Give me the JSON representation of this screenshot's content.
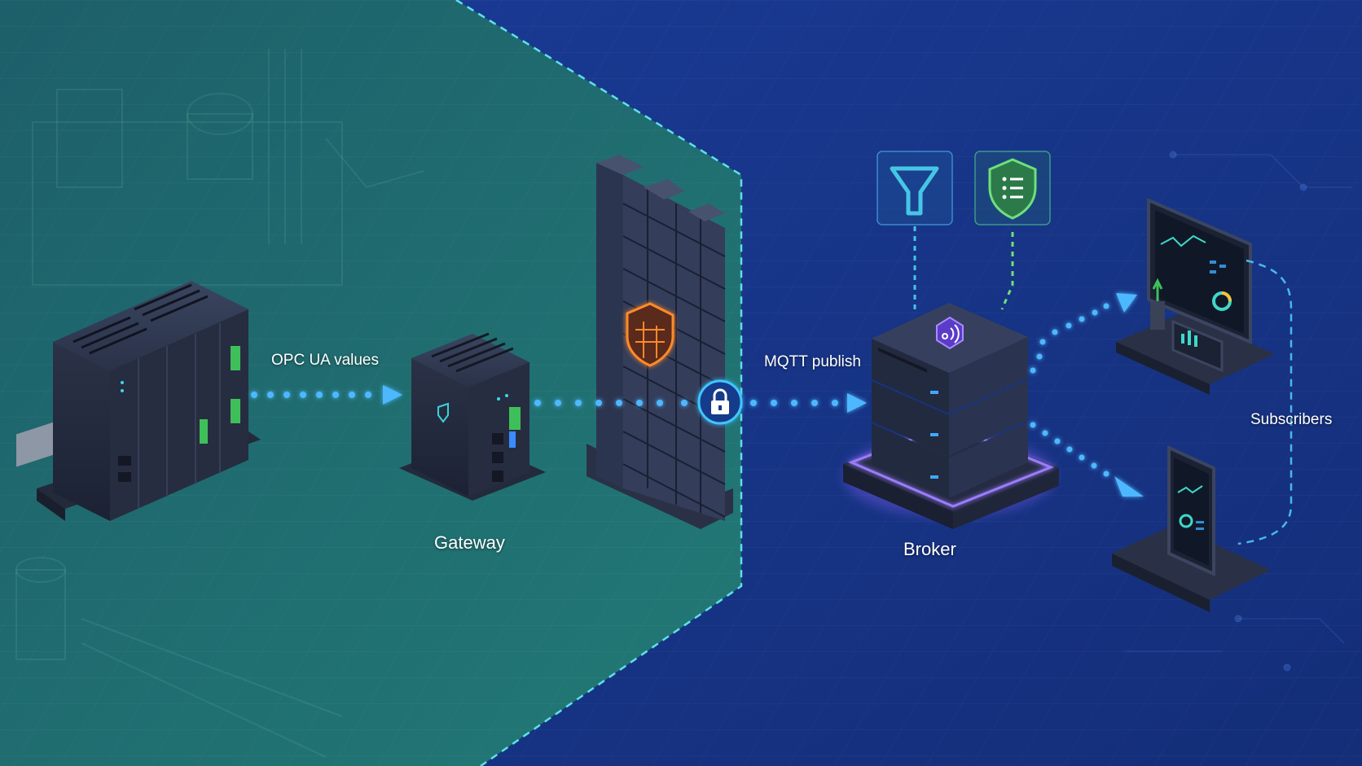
{
  "labels": {
    "opc": "OPC UA values",
    "mqtt": "MQTT publish",
    "gateway": "Gateway",
    "broker": "Broker",
    "subscribers": "Subscribers"
  },
  "colors": {
    "ot_zone": "#1f6e6e",
    "it_zone": "#1b3f9a",
    "flow": "#3fa9ff",
    "zone_border": "#5fe0e8",
    "filter": "#46c6e6",
    "policy": "#6fe07a",
    "firewall_shield": "#ff8a2a",
    "broker_glow": "#8a63ff"
  },
  "icons": {
    "plc": "plc-rack-icon",
    "gateway": "edge-gateway-icon",
    "firewall": "brick-firewall-icon",
    "lock": "padlock-icon",
    "filter": "funnel-icon",
    "policy": "shield-list-icon",
    "broker": "server-stack-icon",
    "dashboard": "monitor-dashboard-icon",
    "mobile": "smartphone-icon"
  }
}
